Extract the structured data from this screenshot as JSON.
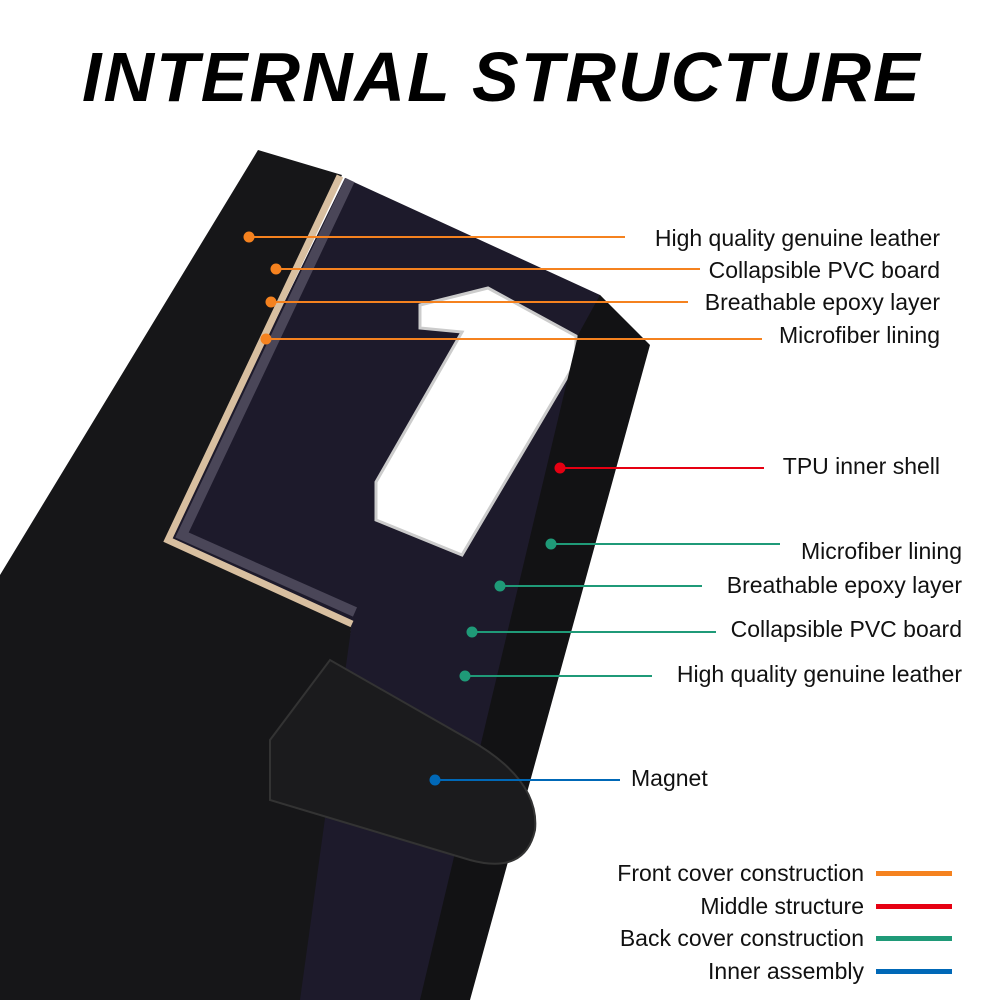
{
  "title": "INTERNAL STRUCTURE",
  "colors": {
    "front": "#f5821f",
    "middle": "#e60012",
    "back": "#1f9a78",
    "inner": "#0068b7"
  },
  "labels": {
    "front_leather": "High quality genuine leather",
    "front_pvc": "Collapsible PVC board",
    "front_epoxy": "Breathable epoxy layer",
    "front_microfiber": "Microfiber lining",
    "tpu": "TPU inner shell",
    "back_microfiber": "Microfiber lining",
    "back_epoxy": "Breathable epoxy layer",
    "back_pvc": "Collapsible PVC board",
    "back_leather": "High quality genuine leather",
    "magnet": "Magnet"
  },
  "legend": [
    {
      "label": "Front cover construction",
      "color": "#f5821f"
    },
    {
      "label": "Middle structure",
      "color": "#e60012"
    },
    {
      "label": "Back cover construction",
      "color": "#1f9a78"
    },
    {
      "label": "Inner assembly",
      "color": "#0068b7"
    }
  ]
}
